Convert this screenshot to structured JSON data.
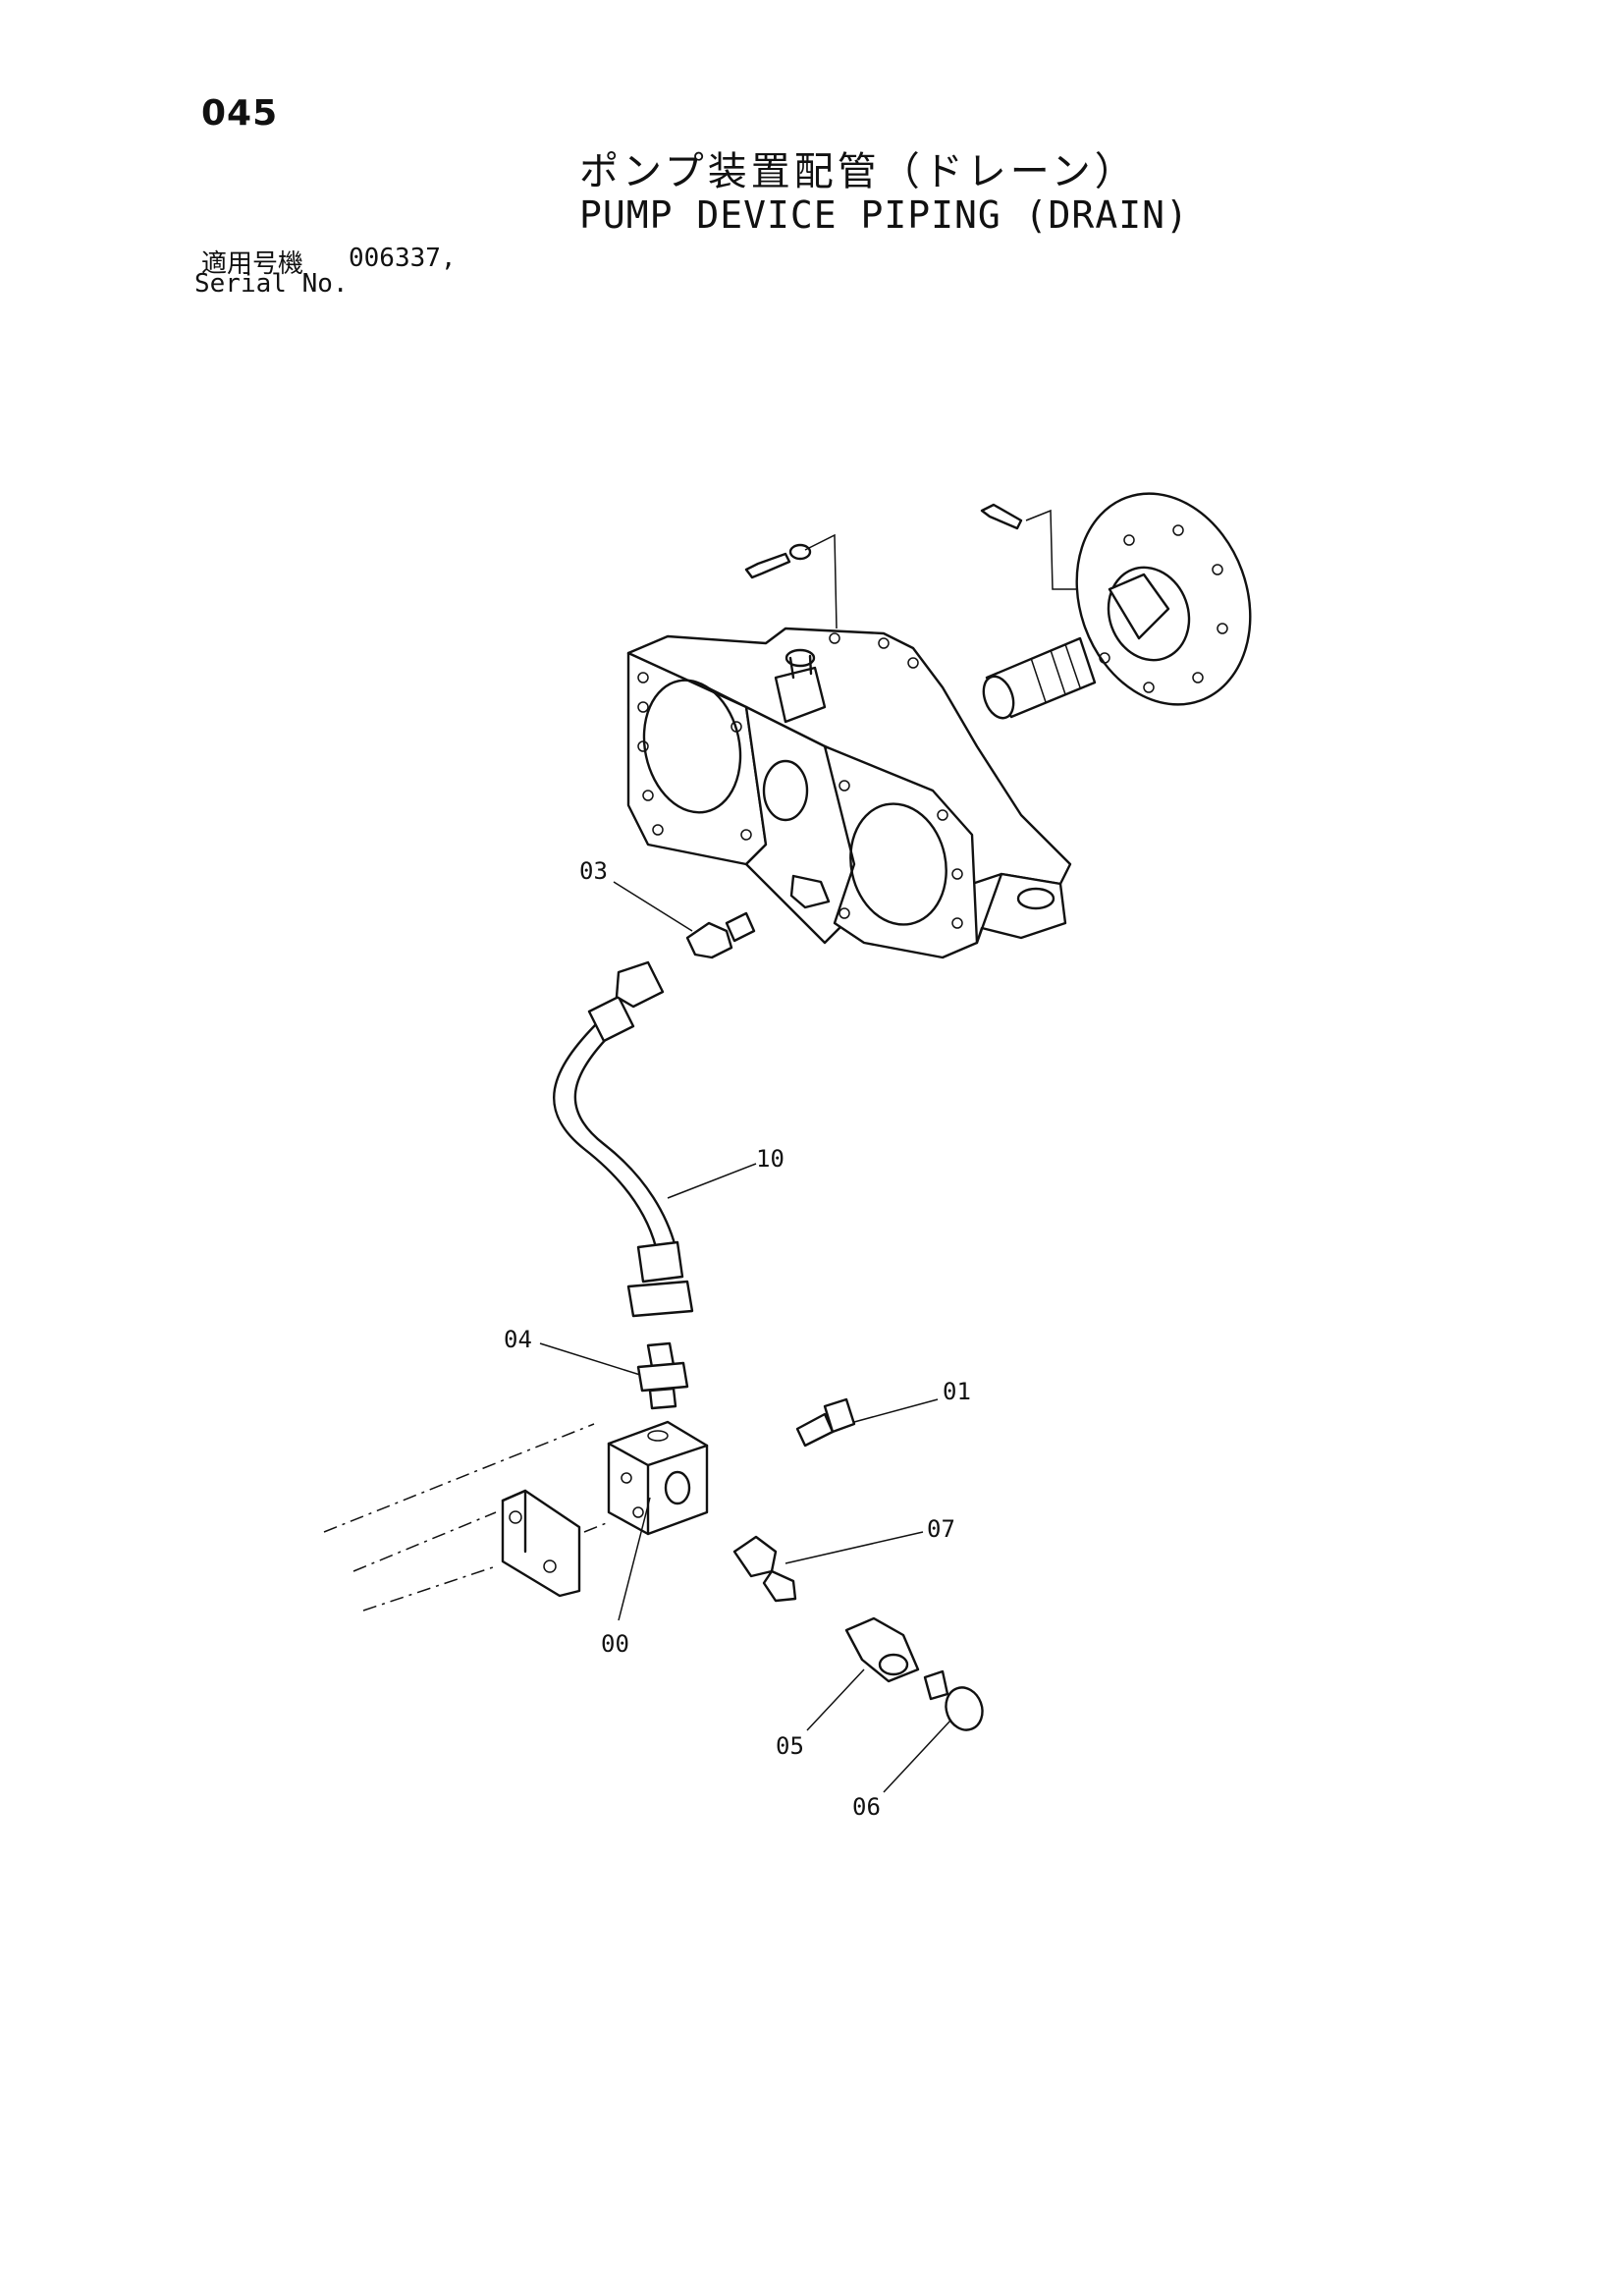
{
  "page_number": "045",
  "title_jp": "ポンプ装置配管（ドレーン）",
  "title_en": "PUMP DEVICE PIPING (DRAIN)",
  "serial": {
    "label_jp": "適用号機",
    "value": "006337,",
    "label_en": "Serial No."
  },
  "callouts": {
    "c00": "00",
    "c01": "01",
    "c03": "03",
    "c04": "04",
    "c05": "05",
    "c06": "06",
    "c07": "07",
    "c10": "10"
  }
}
